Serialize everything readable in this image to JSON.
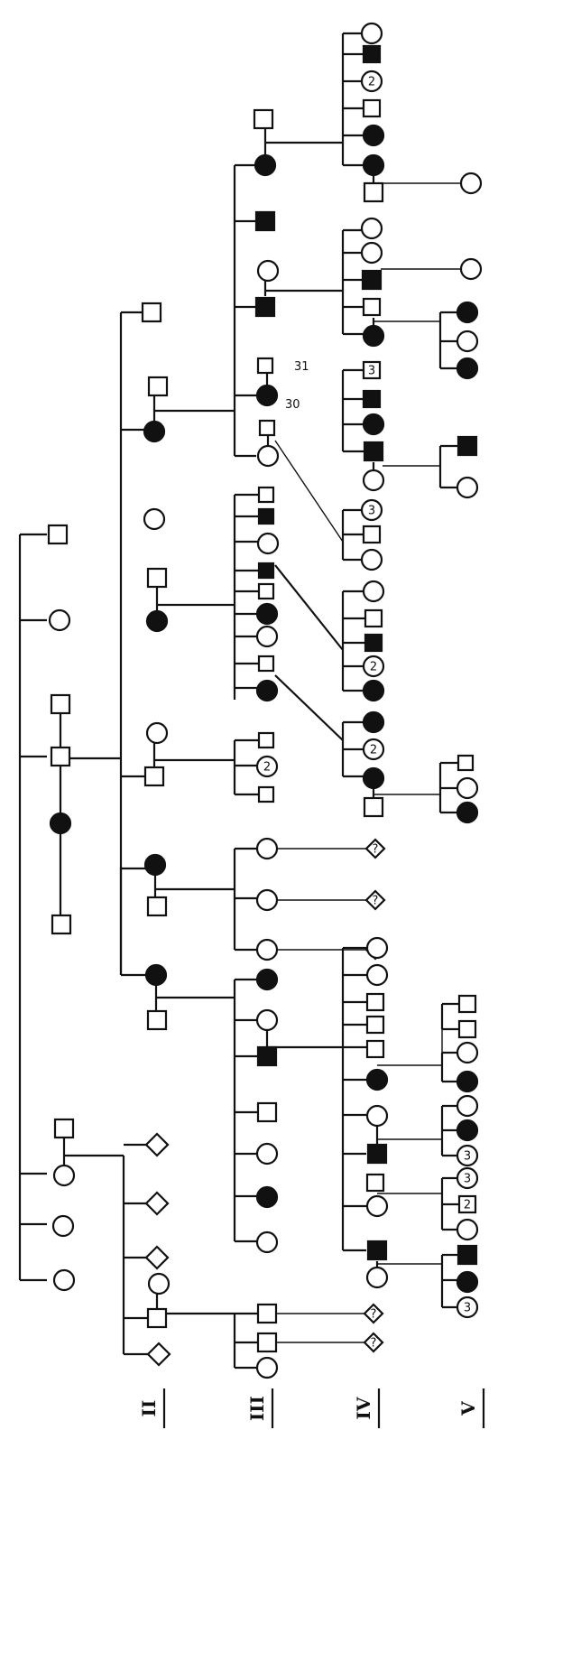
{
  "generations": {
    "labels": [
      "II",
      "III",
      "IV",
      "V"
    ]
  },
  "annotations": {
    "individual_30": "30",
    "individual_31": "31"
  },
  "counts": {
    "two": "2",
    "three": "3",
    "unknown": "?"
  }
}
